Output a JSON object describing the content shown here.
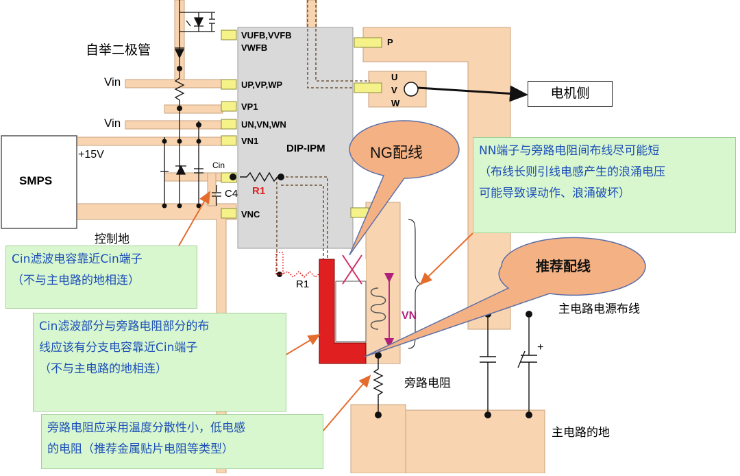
{
  "smps": "SMPS",
  "dip_ipm": "DIP-IPM",
  "bootstrap_diode": "自举二极管",
  "vin_1": "Vin",
  "vin_2": "Vin",
  "plus15v": "+15V",
  "control_ground": "控制地",
  "cin_pin": "Cin",
  "c4": "C4",
  "r1_red": "R1",
  "r1_black": "R1",
  "vn_symbol": "VN",
  "pins_left": [
    "VUFB,VVFB",
    "VWFB",
    "UP,VP,WP",
    "VP1",
    "UN,VN,WN",
    "VN1",
    "VNC"
  ],
  "pin_p": "P",
  "pin_u": "U",
  "pin_v": "V",
  "pin_w": "W",
  "motor_side": "电机侧",
  "main_power_wiring": "主电路电源布线",
  "bypass_resistor": "旁路电阻",
  "main_ground": "主电路的地",
  "plus_sign": "+",
  "bubble_ng": "NG配线",
  "bubble_recommended": "推荐配线",
  "note_nn": {
    "l1": "NN端子与旁路电阻间布线尽可能短",
    "l2": "（布线长则引线电感产生的浪涌电压",
    "l3": "可能导致误动作、浪涌破坏）"
  },
  "note_cin1": {
    "l1": "Cin滤波电容靠近Cin端子",
    "l2": "（不与主电路的地相连）"
  },
  "note_cin2": {
    "l1": "Cin滤波部分与旁路电阻部分的布",
    "l2": "线应该有分支电容靠近Cin端子",
    "l3": "（不与主电路的地相连）"
  },
  "note_bypass": {
    "l1": "旁路电阻应采用温度分散性小，低电感",
    "l2": "的电阻（推荐金属贴片电阻等类型）"
  },
  "colors": {
    "trace": "#f8d4b0",
    "trace_border": "#c9a27e",
    "ipm": "#d9d9d9",
    "pad": "#f5f28a",
    "note_bg": "#d8f7cf",
    "note_text": "#1c4fb8",
    "bubble": "#f4b183",
    "ng_trace": "#e02020",
    "arrow": "#e46c2c"
  }
}
